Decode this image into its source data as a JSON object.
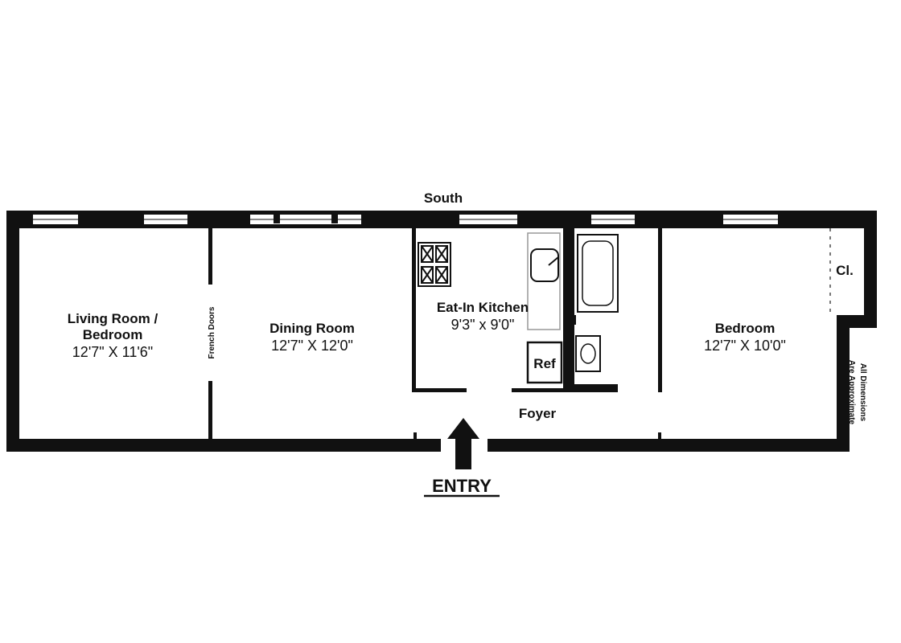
{
  "compass_label": "South",
  "rooms": {
    "living": {
      "name_line1": "Living Room /",
      "name_line2": "Bedroom",
      "dimensions": "12'7\" X 11'6\""
    },
    "dining": {
      "name": "Dining Room",
      "dimensions": "12'7\" X 12'0\""
    },
    "kitchen": {
      "name": "Eat-In Kitchen",
      "dimensions": "9'3\" x 9'0\""
    },
    "bedroom": {
      "name": "Bedroom",
      "dimensions": "12'7\" X 10'0\""
    },
    "foyer": {
      "name": "Foyer"
    },
    "closet": {
      "name": "Cl."
    },
    "refrigerator": {
      "name": "Ref"
    }
  },
  "french_doors_label": "French Doors",
  "entry_label": "ENTRY",
  "disclaimer_line1": "All Dimensions",
  "disclaimer_line2": "Are Approximate"
}
